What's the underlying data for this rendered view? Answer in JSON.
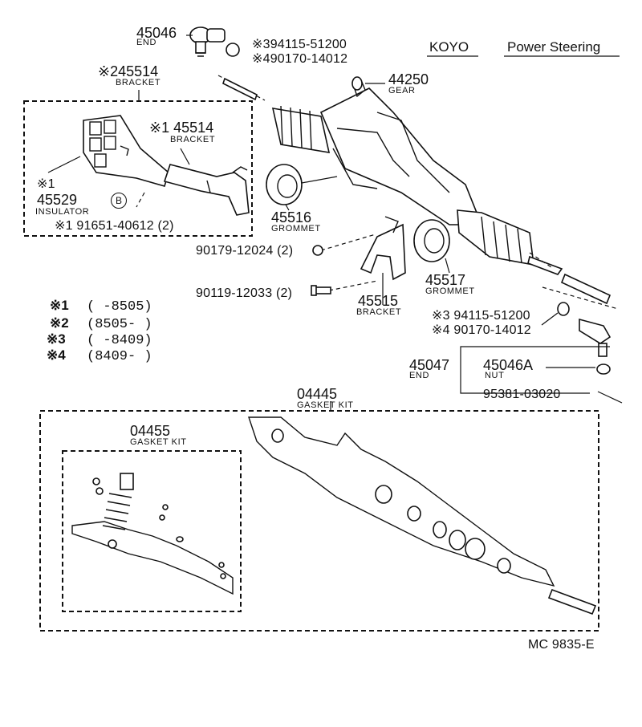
{
  "header": {
    "brand": "KOYO",
    "category": "Power Steering"
  },
  "footer": {
    "code": "MC 9835-E"
  },
  "parts": {
    "end_top": {
      "number": "45046",
      "name": "END"
    },
    "nut_top_3": {
      "number": "※394115-51200"
    },
    "nut_top_4": {
      "number": "※490170-14012"
    },
    "bracket_2": {
      "number": "※245514",
      "name": "BRACKET"
    },
    "bracket_1": {
      "number": "※1 45514",
      "name": "BRACKET"
    },
    "insulator": {
      "mark": "※1",
      "number": "45529",
      "name": "INSULATOR"
    },
    "bolt_b": {
      "badge": "B",
      "number": "※1 91651-40612 (2)"
    },
    "gear": {
      "number": "44250",
      "name": "GEAR"
    },
    "grommet_16": {
      "number": "45516",
      "name": "GROMMET"
    },
    "nut_small": {
      "number": "90179-12024 (2)"
    },
    "bolt_small": {
      "number": "90119-12033 (2)"
    },
    "bracket_15": {
      "number": "45515",
      "name": "BRACKET"
    },
    "grommet_17": {
      "number": "45517",
      "name": "GROMMET"
    },
    "nut_mid_3": {
      "number": "※3 94115-51200"
    },
    "nut_mid_4": {
      "number": "※4 90170-14012"
    },
    "end_right": {
      "number": "45047",
      "name": "END"
    },
    "nut_a": {
      "number": "45046A",
      "name": "NUT"
    },
    "pin": {
      "number": "95381-03020"
    },
    "gasket_kit_big": {
      "number": "04445",
      "name": "GASKET KIT"
    },
    "gasket_kit_small": {
      "number": "04455",
      "name": "GASKET KIT"
    }
  },
  "legend": [
    {
      "mark": "※1",
      "range": "(      -8505)"
    },
    {
      "mark": "※2",
      "range": "(8505-      )"
    },
    {
      "mark": "※3",
      "range": "(      -8409)"
    },
    {
      "mark": "※4",
      "range": "(8409-      )"
    }
  ]
}
